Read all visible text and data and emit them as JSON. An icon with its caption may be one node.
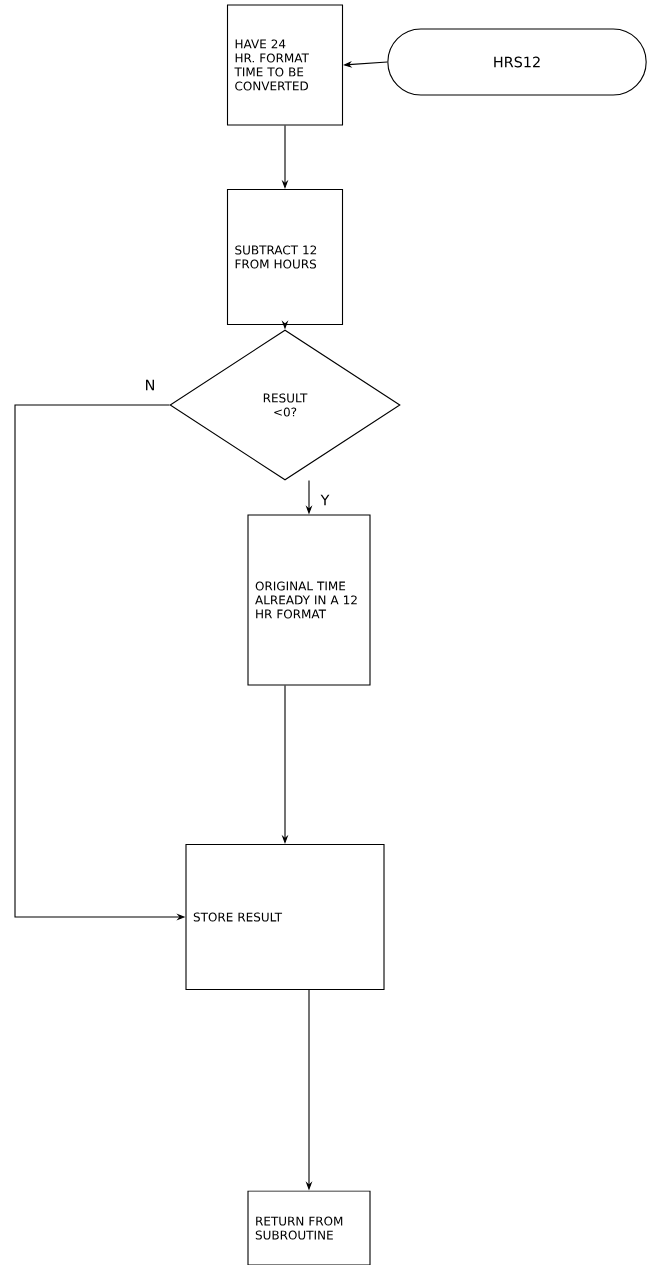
{
  "diagram": {
    "nodes": [
      {
        "text": [
          "HAVE 24 HR. FORMAT TIME TO BE CONVERTED"
        ]
      },
      {
        "text": [
          "HRS12"
        ]
      },
      {
        "text": [
          "SUBTRACT 12 FROM HOURS"
        ]
      },
      {
        "text": [
          "RESULT <0?"
        ]
      },
      {
        "text": [
          "ORIGINAL TIME ALREADY IN A 12 HR FORMAT"
        ]
      },
      {
        "text": [
          "STORE RESULT"
        ]
      },
      {
        "text": [
          "RETURN FROM SUBROUTINE"
        ]
      }
    ],
    "edges": [
      {
        "from": 1,
        "to": 0,
        "arrow": "to"
      },
      {
        "from": 0,
        "to": 2,
        "arrow": "to"
      },
      {
        "from": 2,
        "to": 3,
        "arrow": "to"
      },
      {
        "from": 3,
        "to": 4,
        "arrow": "to",
        "label": "Y"
      },
      {
        "from": 3,
        "to": 5,
        "arrow": "to",
        "label": "N"
      },
      {
        "from": 4,
        "to": 5,
        "arrow": "to"
      },
      {
        "from": 5,
        "to": 6,
        "arrow": "to"
      }
    ]
  }
}
